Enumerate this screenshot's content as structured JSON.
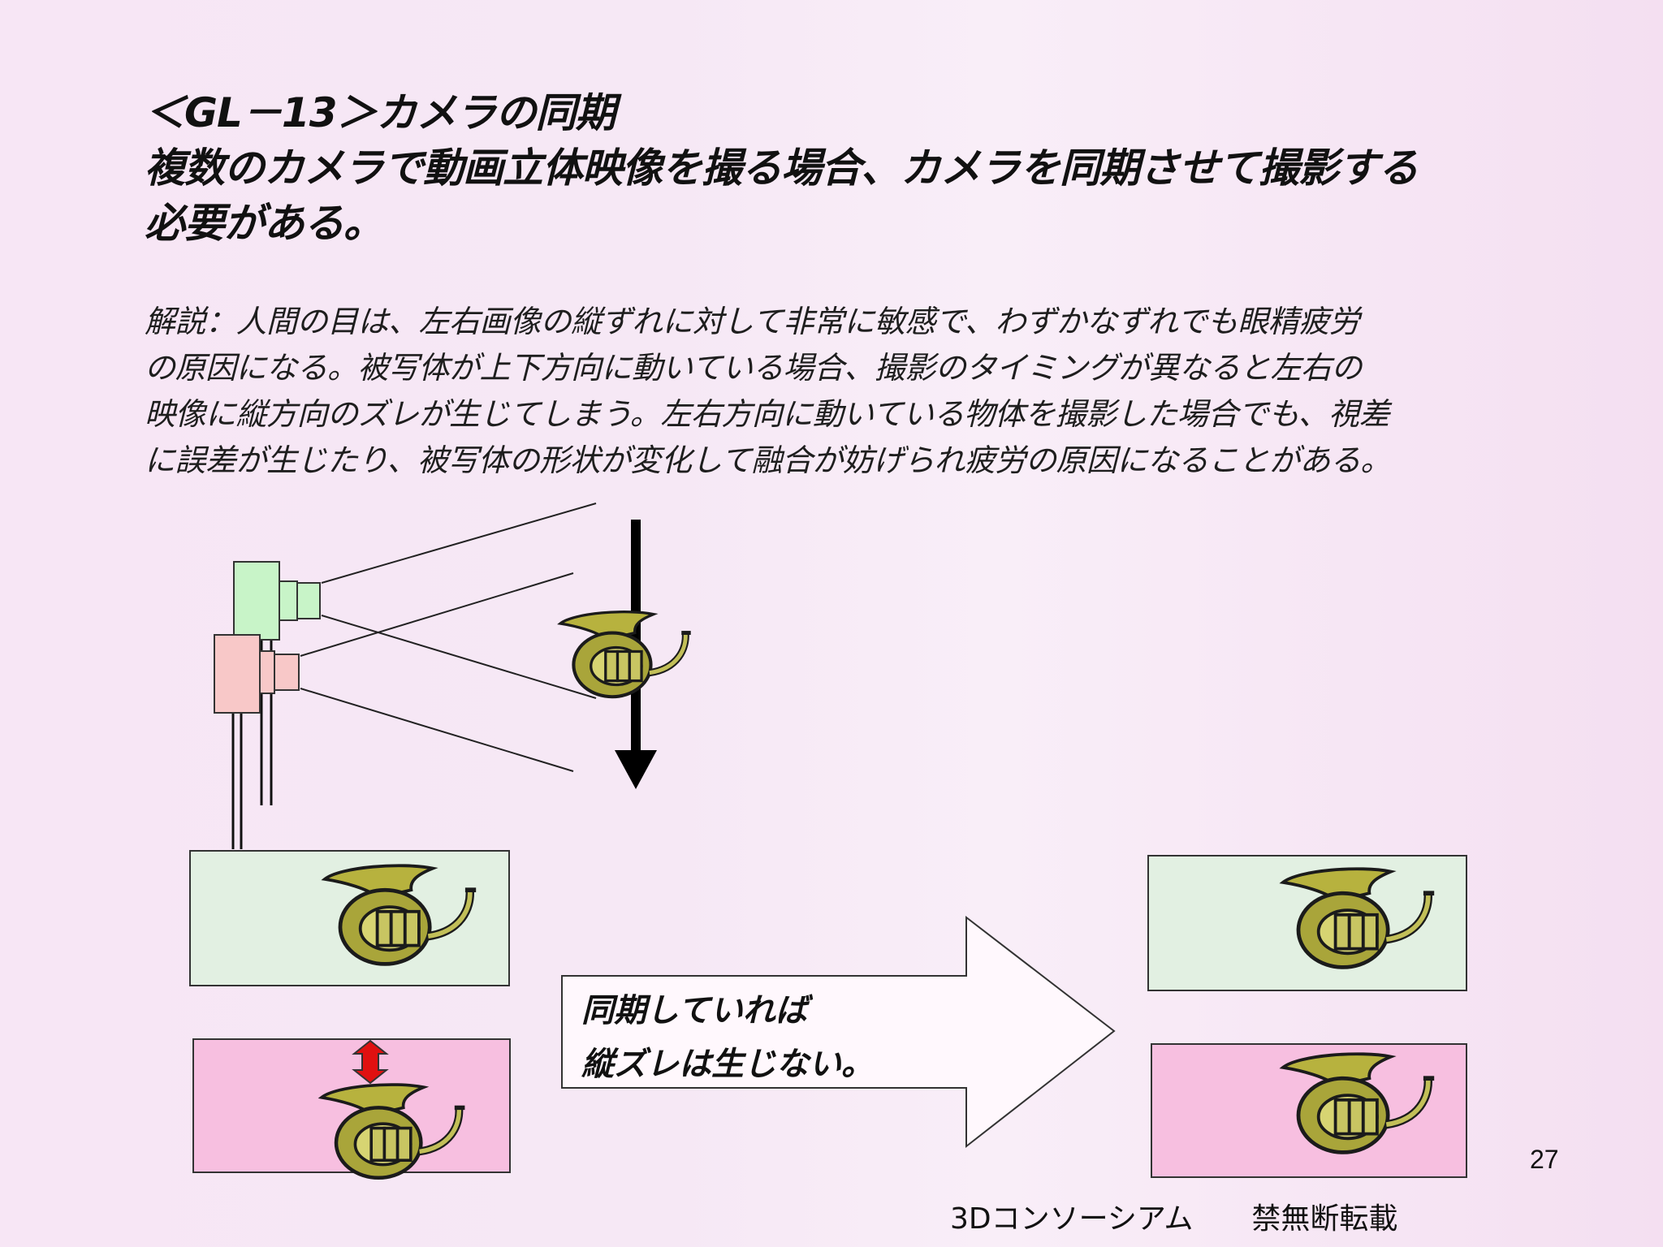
{
  "slide": {
    "title_lines": [
      "＜GL－13＞カメラの同期",
      "複数のカメラで動画立体映像を撮る場合、カメラを同期させて撮影する",
      "必要がある。"
    ],
    "explanation_lines": [
      "解説：人間の目は、左右画像の縦ずれに対して非常に敏感で、わずかなずれでも眼精疲労",
      "の原因になる。被写体が上下方向に動いている場合、撮影のタイミングが異なると左右の",
      "映像に縦方向のズレが生じてしまう。左右方向に動いている物体を撮影した場合でも、視差",
      "に誤差が生じたり、被写体の形状が変化して融合が妨げられ疲労の原因になることがある。"
    ],
    "arrow_caption_lines": [
      "同期していれば",
      "縦ズレは生じない。"
    ],
    "page_number": "27",
    "footer": "3Dコンソーシアム　　禁無断転載"
  },
  "colors": {
    "green_frame": "#e2f0e2",
    "pink_frame": "#f7bfe0",
    "green_camera": "#c8f4c8",
    "pink_camera": "#f8c8c8",
    "red_arrow": "#e01010"
  },
  "icons": [
    "french-horn-icon",
    "camera-icon",
    "down-arrow-icon",
    "vertical-double-arrow-icon",
    "right-block-arrow-icon"
  ]
}
